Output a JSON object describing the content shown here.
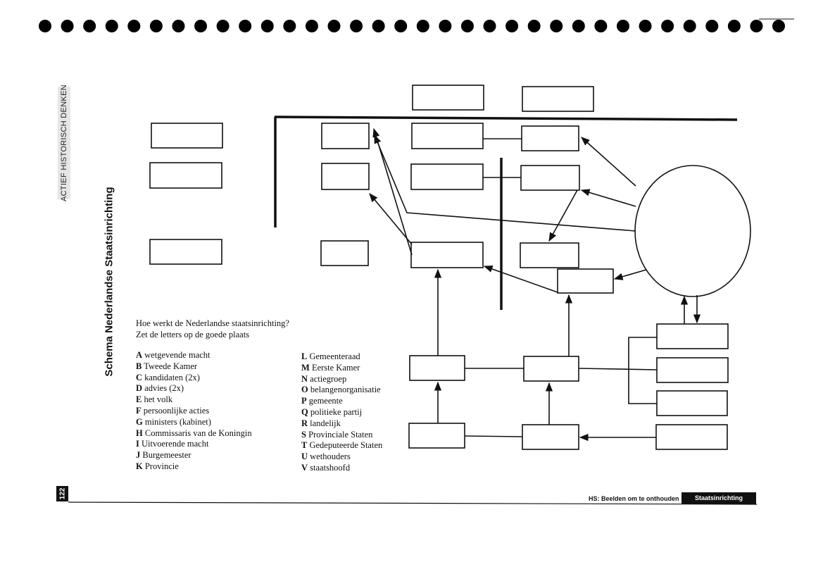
{
  "page": {
    "series_label": "ACTIEF HISTORISCH DENKEN",
    "title": "Schema Nederlandse Staatsinrichting",
    "page_number": "122",
    "footer_section": "HS: Beelden om te onthouden",
    "footer_chapter": "Staatsinrichting"
  },
  "question": {
    "line1": "Hoe werkt de Nederlandse staatsinrichting?",
    "line2": "Zet de letters op de goede plaats"
  },
  "legend_left": [
    {
      "letter": "A",
      "text": "wetgevende macht"
    },
    {
      "letter": "B",
      "text": "Tweede Kamer"
    },
    {
      "letter": "C",
      "text": "kandidaten (2x)"
    },
    {
      "letter": "D",
      "text": "advies (2x)"
    },
    {
      "letter": "E",
      "text": "het volk"
    },
    {
      "letter": "F",
      "text": "persoonlijke acties"
    },
    {
      "letter": "G",
      "text": "ministers (kabinet)"
    },
    {
      "letter": "H",
      "text": "Commissaris van de Koningin"
    },
    {
      "letter": "I",
      "text": "Uitvoerende macht"
    },
    {
      "letter": "J",
      "text": "Burgemeester"
    },
    {
      "letter": "K",
      "text": "Provincie"
    }
  ],
  "legend_right": [
    {
      "letter": "L",
      "text": "Gemeenteraad"
    },
    {
      "letter": "M",
      "text": "Eerste Kamer"
    },
    {
      "letter": "N",
      "text": "actiegroep"
    },
    {
      "letter": "O",
      "text": "belangenorganisatie"
    },
    {
      "letter": "P",
      "text": "gemeente"
    },
    {
      "letter": "Q",
      "text": "politieke partij"
    },
    {
      "letter": "R",
      "text": "landelijk"
    },
    {
      "letter": "S",
      "text": "Provinciale Staten"
    },
    {
      "letter": "T",
      "text": "Gedeputeerde Staten"
    },
    {
      "letter": "U",
      "text": "wethouders"
    },
    {
      "letter": "V",
      "text": "staatshoofd"
    }
  ]
}
